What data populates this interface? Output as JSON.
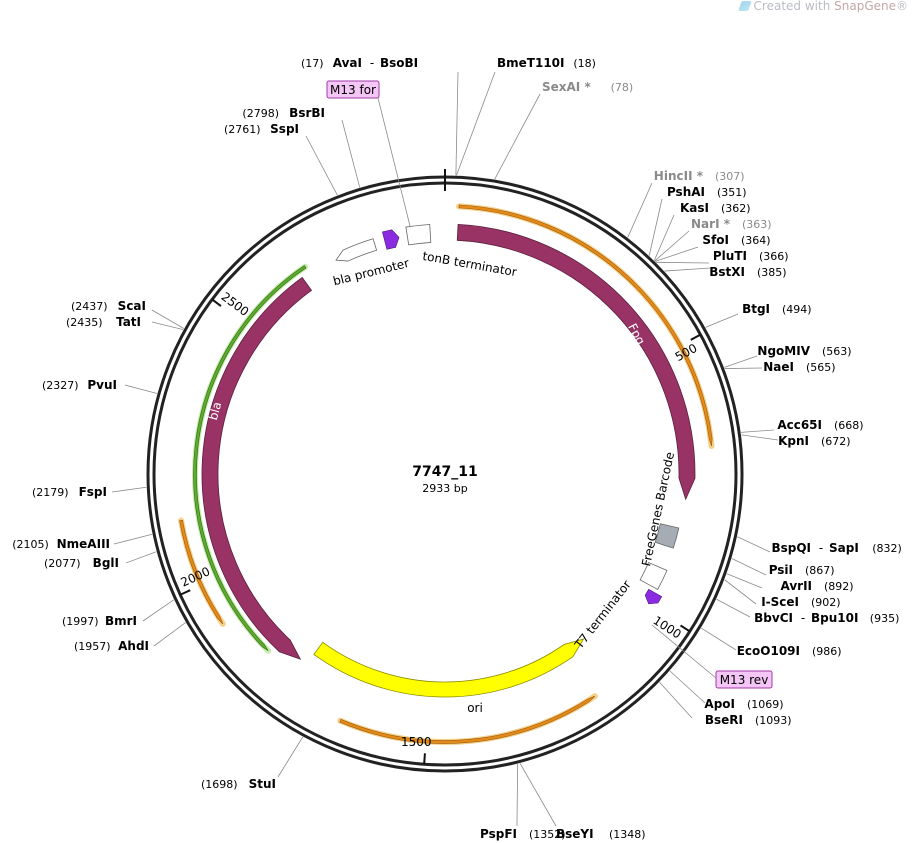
{
  "watermark": {
    "prefix": "Created with ",
    "brand": "SnapGene",
    "suffix": "®"
  },
  "plasmid": {
    "name": "7747_11",
    "length_label": "2933 bp",
    "length": 2933
  },
  "ticks": [
    {
      "pos": 500,
      "label": "500"
    },
    {
      "pos": 1000,
      "label": "1000"
    },
    {
      "pos": 1500,
      "label": "1500"
    },
    {
      "pos": 2000,
      "label": "2000"
    },
    {
      "pos": 2500,
      "label": "2500"
    }
  ],
  "features": [
    {
      "id": "fpg",
      "label": "Fpg",
      "color": "#993366"
    },
    {
      "id": "bla",
      "label": "bla",
      "color": "#993366"
    },
    {
      "id": "ori",
      "label": "ori",
      "color": "#ffff00"
    },
    {
      "id": "freegenes",
      "label": "FreeGenes Barcode",
      "color": "#a6acb3"
    },
    {
      "id": "bla-promoter",
      "label": "bla promoter",
      "color": "#ffffff"
    },
    {
      "id": "tonb",
      "label": "tonB terminator",
      "color": "#ffffff"
    },
    {
      "id": "t7",
      "label": "T7 terminator",
      "color": "#ffffff"
    }
  ],
  "primers": [
    {
      "id": "m13for",
      "label": "M13 for"
    },
    {
      "id": "m13rev",
      "label": "M13 rev"
    }
  ],
  "sites": [
    {
      "id": "avai",
      "name": "AvaI",
      "pos": "(17)",
      "extra": "BsoBI"
    },
    {
      "id": "bmet110i",
      "name": "BmeT110I",
      "pos": "(18)"
    },
    {
      "id": "sexai",
      "name": "SexAI *",
      "pos": "(78)"
    },
    {
      "id": "hincii",
      "name": "HincII *",
      "pos": "(307)"
    },
    {
      "id": "pshai",
      "name": "PshAI",
      "pos": "(351)"
    },
    {
      "id": "kasi",
      "name": "KasI",
      "pos": "(362)"
    },
    {
      "id": "nari",
      "name": "NarI *",
      "pos": "(363)"
    },
    {
      "id": "sfoi",
      "name": "SfoI",
      "pos": "(364)"
    },
    {
      "id": "pluti",
      "name": "PluTI",
      "pos": "(366)"
    },
    {
      "id": "bstxi",
      "name": "BstXI",
      "pos": "(385)"
    },
    {
      "id": "btgi",
      "name": "BtgI",
      "pos": "(494)"
    },
    {
      "id": "ngomiv",
      "name": "NgoMIV",
      "pos": "(563)"
    },
    {
      "id": "naei",
      "name": "NaeI",
      "pos": "(565)"
    },
    {
      "id": "acc65i",
      "name": "Acc65I",
      "pos": "(668)"
    },
    {
      "id": "kpni",
      "name": "KpnI",
      "pos": "(672)"
    },
    {
      "id": "bspqi",
      "name": "BspQI",
      "pos": "(832)",
      "extra": "SapI"
    },
    {
      "id": "psii",
      "name": "PsiI",
      "pos": "(867)"
    },
    {
      "id": "avrii",
      "name": "AvrII",
      "pos": "(892)"
    },
    {
      "id": "i-scei",
      "name": "I-SceI",
      "pos": "(902)"
    },
    {
      "id": "bbvci",
      "name": "BbvCI",
      "pos": "(935)",
      "extra": "Bpu10I"
    },
    {
      "id": "eco0109i",
      "name": "EcoO109I",
      "pos": "(986)"
    },
    {
      "id": "apoi",
      "name": "ApoI",
      "pos": "(1069)"
    },
    {
      "id": "bseri",
      "name": "BseRI",
      "pos": "(1093)"
    },
    {
      "id": "bseyi",
      "name": "BseYI",
      "pos": "(1348)"
    },
    {
      "id": "pspfi",
      "name": "PspFI",
      "pos": "(1352)"
    },
    {
      "id": "stui",
      "name": "StuI",
      "pos": "(1698)"
    },
    {
      "id": "ahdi",
      "name": "AhdI",
      "pos": "(1957)"
    },
    {
      "id": "bmri",
      "name": "BmrI",
      "pos": "(1997)"
    },
    {
      "id": "bgli",
      "name": "BglI",
      "pos": "(2077)"
    },
    {
      "id": "nmeaiii",
      "name": "NmeAIII",
      "pos": "(2105)"
    },
    {
      "id": "fspi",
      "name": "FspI",
      "pos": "(2179)"
    },
    {
      "id": "pvui",
      "name": "PvuI",
      "pos": "(2327)"
    },
    {
      "id": "tati",
      "name": "TatI",
      "pos": "(2435)"
    },
    {
      "id": "scai",
      "name": "ScaI",
      "pos": "(2437)"
    },
    {
      "id": "sspi",
      "name": "SspI",
      "pos": "(2761)"
    },
    {
      "id": "bsrbi",
      "name": "BsrBI",
      "pos": "(2798)"
    }
  ]
}
